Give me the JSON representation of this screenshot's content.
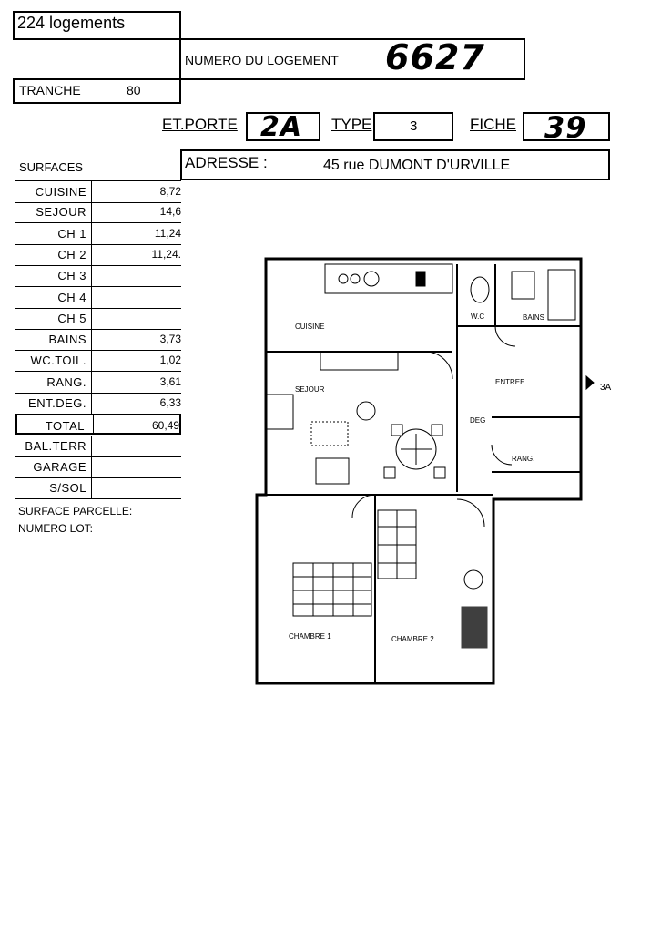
{
  "header": {
    "logements": "224 logements",
    "numero_label": "NUMERO DU LOGEMENT",
    "numero_value": "6627",
    "tranche_label": "TRANCHE",
    "tranche_value": "80"
  },
  "info": {
    "etporte_label": "ET.PORTE",
    "etporte_value": "2A",
    "type_label": "TYPE",
    "type_value": "3",
    "fiche_label": "FICHE",
    "fiche_value": "39",
    "adresse_label": "ADRESSE :",
    "adresse_value": "45  rue DUMONT D'URVILLE"
  },
  "surfaces": {
    "title": "SURFACES",
    "rows": [
      {
        "label": "CUISINE",
        "value": "8,72"
      },
      {
        "label": "SEJOUR",
        "value": "14,6"
      },
      {
        "label": "CH 1",
        "value": "11,24"
      },
      {
        "label": "CH 2",
        "value": "11,24."
      },
      {
        "label": "CH 3",
        "value": ""
      },
      {
        "label": "CH 4",
        "value": ""
      },
      {
        "label": "CH 5",
        "value": ""
      },
      {
        "label": "BAINS",
        "value": "3,73"
      },
      {
        "label": "WC.TOIL.",
        "value": "1,02"
      },
      {
        "label": "RANG.",
        "value": "3,61"
      },
      {
        "label": "ENT.DEG.",
        "value": "6,33"
      },
      {
        "label": "TOTAL",
        "value": "60,49"
      },
      {
        "label": "BAL.TERR",
        "value": ""
      },
      {
        "label": "GARAGE",
        "value": ""
      },
      {
        "label": "S/SOL",
        "value": ""
      }
    ],
    "surface_parcelle": "SURFACE PARCELLE:",
    "numero_lot": "NUMERO LOT:"
  },
  "plan": {
    "cuisine": "CUISINE",
    "sejour": "SEJOUR",
    "wc": "W.C",
    "bains": "BAINS",
    "entree": "ENTREE",
    "deg": "DEG",
    "rang": "RANG.",
    "chambre1": "CHAMBRE 1",
    "chambre2": "CHAMBRE 2",
    "marker": "3A"
  }
}
